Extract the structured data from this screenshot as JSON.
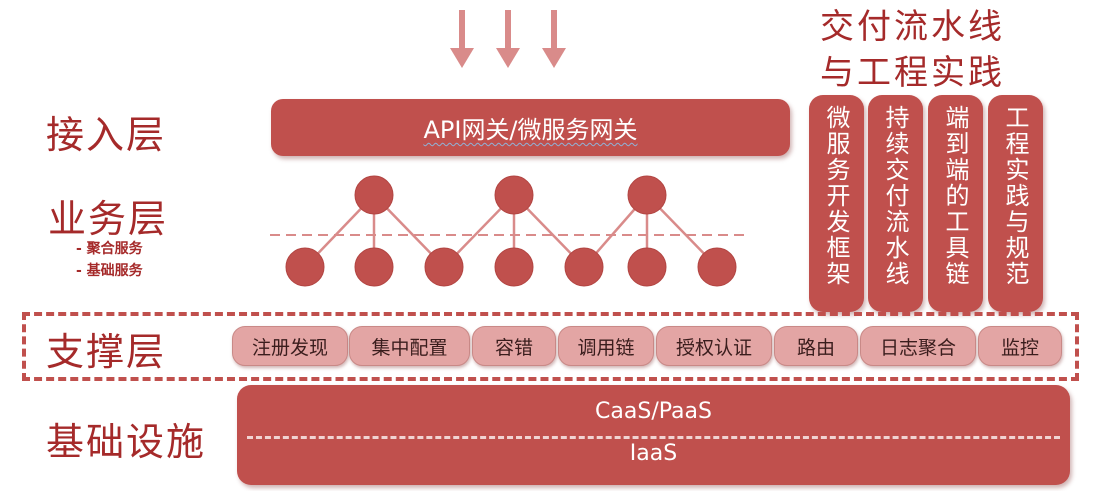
{
  "layers": {
    "access": "接入层",
    "business": "业务层",
    "business_sub": [
      "- 聚合服务",
      "- 基础服务"
    ],
    "support": "支撑层",
    "infra": "基础设施"
  },
  "gateway": {
    "label": "API网关/微服务网关"
  },
  "pipeline": {
    "title_line1": "交付流水线",
    "title_line2": "与工程实践",
    "columns": [
      "微服务开发框架",
      "持续交付流水线",
      "端到端的工具链",
      "工程实践与规范"
    ]
  },
  "support_items": [
    "注册发现",
    "集中配置",
    "容错",
    "调用链",
    "授权认证",
    "路由",
    "日志聚合",
    "监控"
  ],
  "infrastructure": {
    "upper": "CaaS/PaaS",
    "lower": "IaaS"
  },
  "colors": {
    "primary": "#c0504d",
    "label": "#a52a2a",
    "pill": "#e3a5a4",
    "arrow": "#d98b8a"
  }
}
